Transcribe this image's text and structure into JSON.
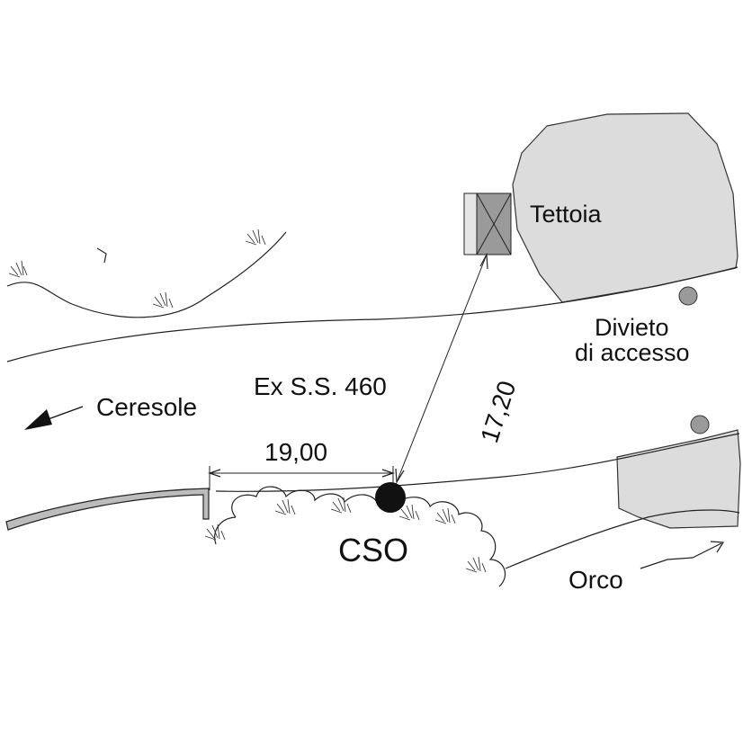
{
  "labels": {
    "roof": "Tettoia",
    "no_access_line1": "Divieto",
    "no_access_line2": "di accesso",
    "road": "Ex S.S. 460",
    "direction_ceresole": "Ceresole",
    "dimension_horizontal": "19,00",
    "dimension_diagonal": "17,20",
    "point": "CSO",
    "river": "Orco"
  },
  "colors": {
    "building_fill": "#dcdcdc",
    "roof_fill": "#9a9a9a",
    "marker_fill": "#9a9a9a",
    "point_fill": "#111111",
    "line": "#222222"
  }
}
